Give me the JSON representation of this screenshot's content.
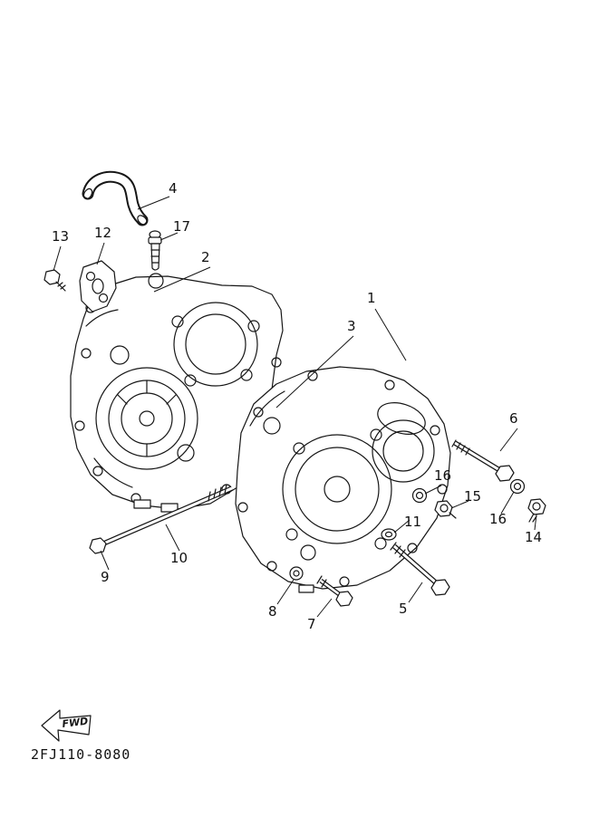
{
  "diagram": {
    "part_code": "2FJ110-8080",
    "fwd_label": "FWD"
  },
  "callouts": [
    {
      "id": "1"
    },
    {
      "id": "2"
    },
    {
      "id": "3"
    },
    {
      "id": "4"
    },
    {
      "id": "5"
    },
    {
      "id": "6"
    },
    {
      "id": "7"
    },
    {
      "id": "8"
    },
    {
      "id": "9"
    },
    {
      "id": "10"
    },
    {
      "id": "11"
    },
    {
      "id": "12"
    },
    {
      "id": "13"
    },
    {
      "id": "14"
    },
    {
      "id": "15"
    },
    {
      "id": "16"
    },
    {
      "id": "16"
    },
    {
      "id": "17"
    }
  ]
}
